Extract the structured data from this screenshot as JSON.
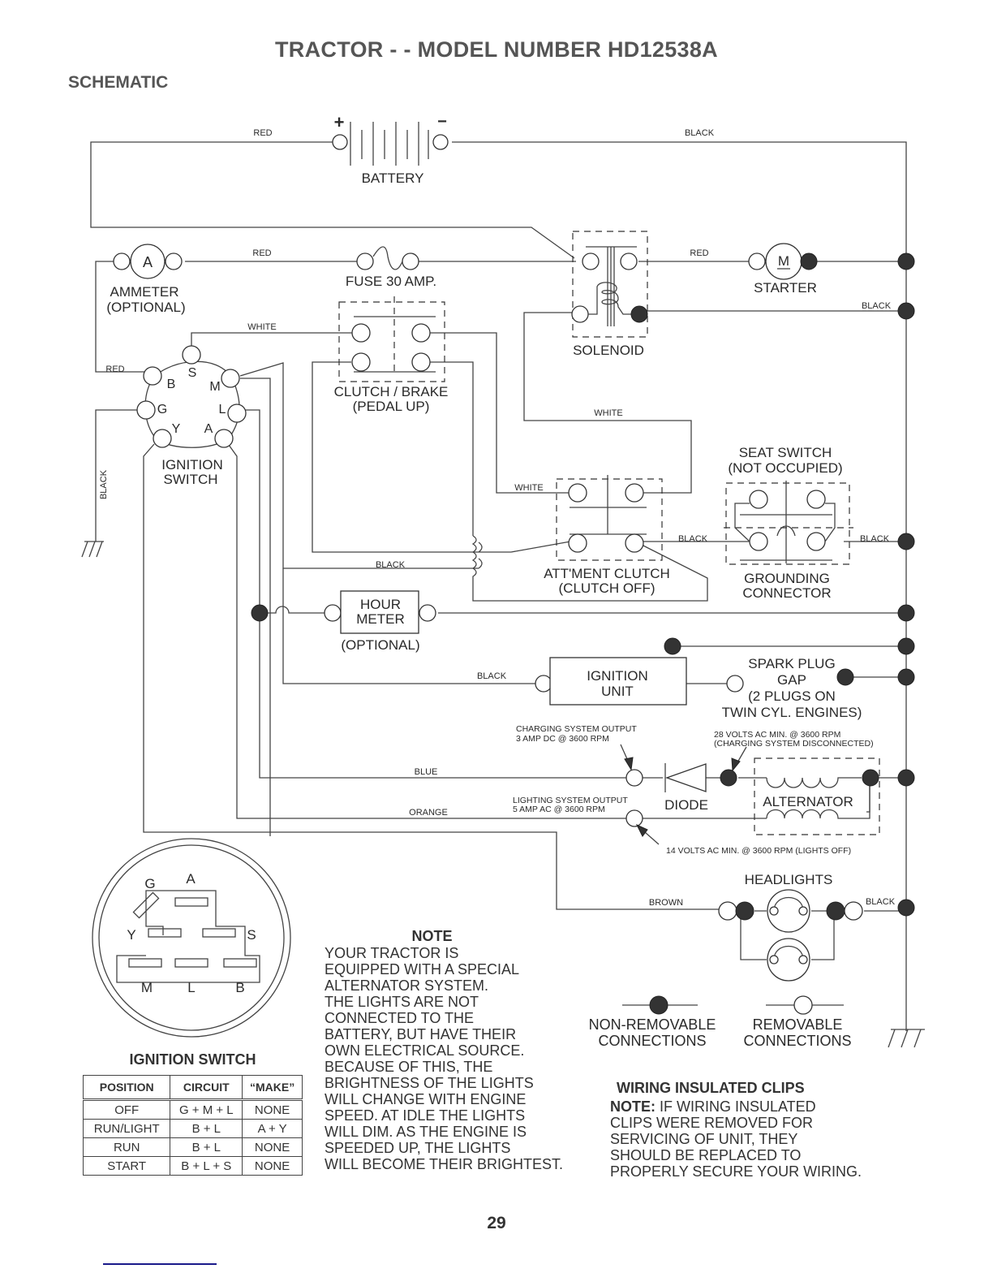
{
  "page": {
    "title": "TRACTOR - - MODEL NUMBER HD12538A",
    "section": "SCHEMATIC",
    "page_number": "29"
  },
  "components": {
    "battery": {
      "label": "BATTERY",
      "plus": "+",
      "minus": "−"
    },
    "ammeter": {
      "symbol": "A",
      "label1": "AMMETER",
      "label2": "(OPTIONAL)"
    },
    "fuse": {
      "label": "FUSE 30 AMP."
    },
    "solenoid": {
      "label": "SOLENOID"
    },
    "starter": {
      "symbol": "M",
      "label": "STARTER"
    },
    "ignition_switch": {
      "label1": "IGNITION",
      "label2": "SWITCH",
      "terminals": [
        "S",
        "B",
        "M",
        "G",
        "L",
        "Y",
        "A"
      ]
    },
    "clutch_brake": {
      "label1": "CLUTCH / BRAKE",
      "label2": "(PEDAL UP)"
    },
    "seat_switch": {
      "label1": "SEAT SWITCH",
      "label2": "(NOT OCCUPIED)"
    },
    "attachment_clutch": {
      "label1": "ATT'MENT CLUTCH",
      "label2": "(CLUTCH OFF)"
    },
    "grounding_connector": {
      "label1": "GROUNDING",
      "label2": "CONNECTOR"
    },
    "hour_meter": {
      "label1": "HOUR",
      "label2": "METER",
      "label3": "(OPTIONAL)"
    },
    "ignition_unit": {
      "label1": "IGNITION",
      "label2": "UNIT"
    },
    "spark_plug": {
      "label1": "SPARK PLUG",
      "label2": "GAP",
      "label3": "(2 PLUGS ON",
      "label4": "TWIN CYL. ENGINES)"
    },
    "diode": {
      "label": "DIODE"
    },
    "alternator": {
      "label": "ALTERNATOR"
    },
    "headlights": {
      "label": "HEADLIGHTS"
    }
  },
  "annotations": {
    "charging_output_1": "CHARGING SYSTEM OUTPUT",
    "charging_output_2": "3 AMP DC @ 3600 RPM",
    "volts28_1": "28 VOLTS AC MIN. @ 3600 RPM",
    "volts28_2": "(CHARGING SYSTEM DISCONNECTED)",
    "lighting_output_1": "LIGHTING SYSTEM OUTPUT",
    "lighting_output_2": "5 AMP AC @ 3600 RPM",
    "volts14": "14 VOLTS AC MIN. @ 3600 RPM (LIGHTS OFF)"
  },
  "wires": {
    "red": "RED",
    "black": "BLACK",
    "white": "WHITE",
    "blue": "BLUE",
    "orange": "ORANGE",
    "brown": "BROWN"
  },
  "legend": {
    "non_removable_1": "NON-REMOVABLE",
    "non_removable_2": "CONNECTIONS",
    "removable_1": "REMOVABLE",
    "removable_2": "CONNECTIONS"
  },
  "connector_face": {
    "labels": [
      "G",
      "A",
      "Y",
      "S",
      "M",
      "L",
      "B"
    ]
  },
  "ignition_table": {
    "title": "IGNITION SWITCH",
    "headers": [
      "POSITION",
      "CIRCUIT",
      "“MAKE”"
    ],
    "rows": [
      [
        "OFF",
        "G + M + L",
        "NONE"
      ],
      [
        "RUN/LIGHT",
        "B + L",
        "A + Y"
      ],
      [
        "RUN",
        "B + L",
        "NONE"
      ],
      [
        "START",
        "B + L + S",
        "NONE"
      ]
    ]
  },
  "note": {
    "heading": "NOTE",
    "lines": [
      "YOUR TRACTOR IS",
      "EQUIPPED WITH A SPECIAL",
      "ALTERNATOR SYSTEM.",
      "THE LIGHTS ARE NOT",
      "CONNECTED TO THE",
      "BATTERY, BUT HAVE THEIR",
      "OWN ELECTRICAL SOURCE.",
      "BECAUSE OF THIS, THE",
      "BRIGHTNESS OF THE LIGHTS",
      "WILL CHANGE WITH ENGINE",
      "SPEED.  AT IDLE THE LIGHTS",
      "WILL DIM.  AS THE ENGINE IS",
      "SPEEDED UP, THE LIGHTS",
      "WILL BECOME THEIR BRIGHTEST."
    ]
  },
  "clips": {
    "heading": "WIRING INSULATED CLIPS",
    "note_prefix": "NOTE:",
    "first_line_rest": " IF WIRING INSULATED",
    "lines": [
      "CLIPS WERE REMOVED FOR",
      "SERVICING OF UNIT, THEY",
      "SHOULD BE REPLACED TO",
      "PROPERLY SECURE YOUR WIRING."
    ]
  }
}
